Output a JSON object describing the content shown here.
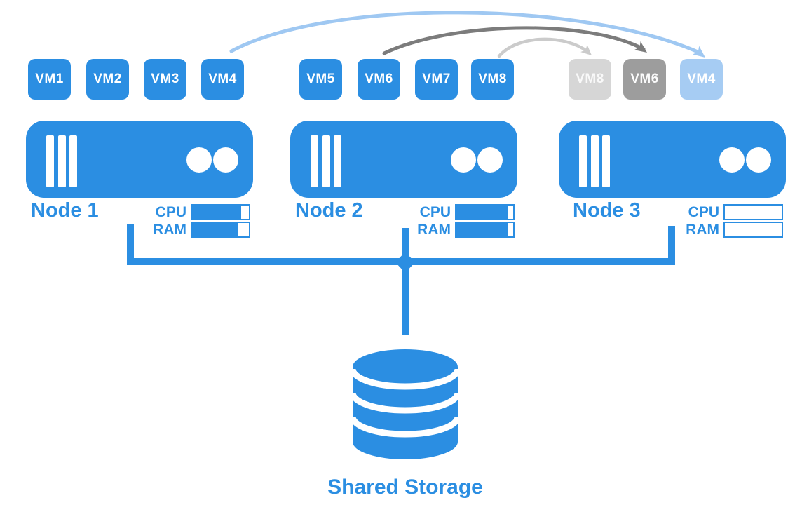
{
  "colors": {
    "background": "#FFFFFF",
    "accent": "#2B8EE2",
    "vm_text": "#FFFFFF",
    "migration_vm4_box": "#A6CCF3",
    "migration_vm4_arrow": "#9FC8F2",
    "migration_vm6_box": "#9D9D9D",
    "migration_vm6_arrow": "#7C7C7C",
    "migration_vm8_box": "#D6D6D6",
    "migration_vm8_arrow": "#CBCBCB"
  },
  "nodes": [
    {
      "name": "Node 1",
      "vms": [
        "VM1",
        "VM2",
        "VM3",
        "VM4"
      ],
      "cpu": {
        "label": "CPU",
        "fill": "87%"
      },
      "ram": {
        "label": "RAM",
        "fill": "80%"
      }
    },
    {
      "name": "Node 2",
      "vms": [
        "VM5",
        "VM6",
        "VM7",
        "VM8"
      ],
      "cpu": {
        "label": "CPU",
        "fill": "90%"
      },
      "ram": {
        "label": "RAM",
        "fill": "91%"
      }
    },
    {
      "name": "Node 3",
      "vms": [],
      "cpu": {
        "label": "CPU",
        "fill": "0%"
      },
      "ram": {
        "label": "RAM",
        "fill": "0%"
      }
    }
  ],
  "migrating_vms": [
    "VM8",
    "VM6",
    "VM4"
  ],
  "storage": {
    "label": "Shared Storage"
  }
}
